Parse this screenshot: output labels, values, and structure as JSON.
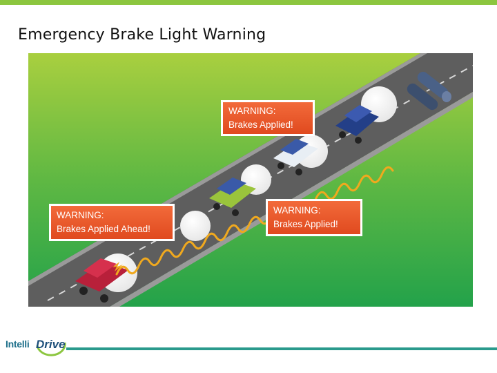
{
  "slide": {
    "title": "Emergency Brake Light Warning"
  },
  "callouts": [
    {
      "line1": "WARNING:",
      "line2": "Brakes Applied!"
    },
    {
      "line1": "WARNING:",
      "line2": "Brakes Applied Ahead!"
    },
    {
      "line1": "WARNING:",
      "line2": "Brakes Applied!"
    }
  ],
  "footer": {
    "logo_part1": "Intelli",
    "logo_part2": "Drive"
  },
  "colors": {
    "accent_green": "#8cc63f",
    "road": "#5b5b5b",
    "callout_orange": "#e8552a",
    "signal_wave": "#f0a91e",
    "footer_teal": "#2a9a8c"
  },
  "icons": [
    "red-car-icon",
    "green-car-icon",
    "white-car-icon",
    "blue-car-icon",
    "fallen-barrels-icon"
  ]
}
